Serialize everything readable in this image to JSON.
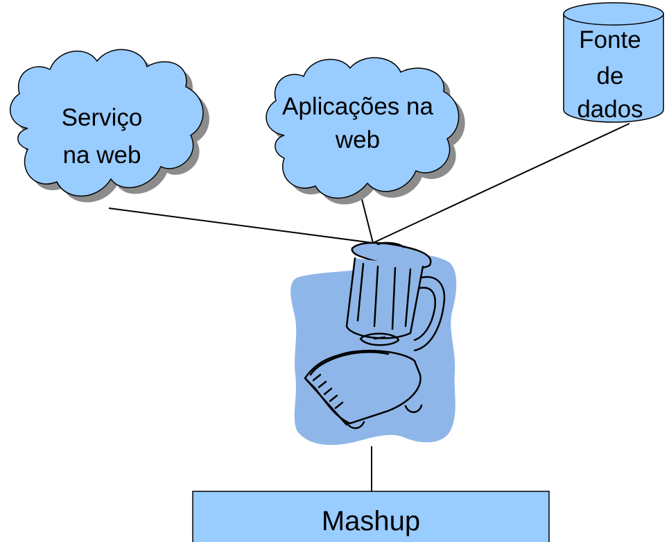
{
  "colors": {
    "cloud_fill": "#99ccff",
    "cloud_shadow": "#8c8c8c",
    "blob_fill": "#8fb6e8",
    "db_fill": "#99ccff",
    "mashup_fill": "#99ccff",
    "line": "#000000"
  },
  "nodes": {
    "servico": {
      "line1": "Serviço",
      "line2": "na web"
    },
    "aplicacoes": {
      "line1": "Aplicações na",
      "line2": "web"
    },
    "fonte": {
      "line1": "Fonte",
      "line2": "de",
      "line3": "dados"
    },
    "mashup": {
      "label": "Mashup"
    }
  },
  "icons": {
    "blender": "blender-icon"
  }
}
